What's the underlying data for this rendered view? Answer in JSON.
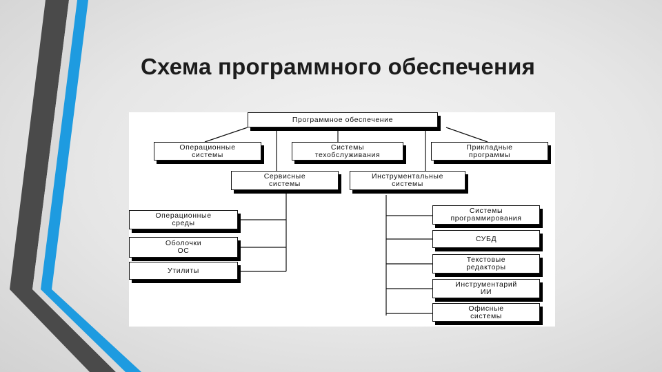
{
  "slide": {
    "title": "Схема программного обеспечения"
  },
  "colors": {
    "accent_blue": "#1e9be0",
    "stripe_dark": "#4a4a4a",
    "box_border": "#111111"
  },
  "diagram": {
    "root": "Программное обеспечение",
    "level1": {
      "operating": "Операционные\nсистемы",
      "maintenance": "Системы\nтехобслуживания",
      "applied": "Прикладные\nпрограммы"
    },
    "level2": {
      "service": "Сервисные\nсистемы",
      "instrumental": "Инструментальные\nсистемы"
    },
    "service_children": {
      "environments": "Операционные\nсреды",
      "shells": "Оболочки\nОС",
      "utilities": "Утилиты"
    },
    "instrumental_children": {
      "programming": "Системы\nпрограммирования",
      "dbms": "СУБД",
      "text_editors": "Текстовые\nредакторы",
      "ai_tools": "Инструментарий\nИИ",
      "office": "Офисные\nсистемы"
    }
  }
}
